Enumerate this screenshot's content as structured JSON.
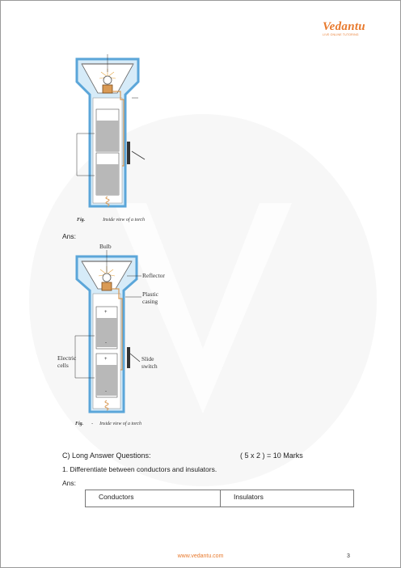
{
  "brand": {
    "logo": "Vedantu",
    "tagline": "LIVE ONLINE TUTORING"
  },
  "figure1": {
    "caption_fig": "Fig.",
    "caption_text": "Inside view of a torch"
  },
  "ans_label_1": "Ans:",
  "figure2": {
    "labels": {
      "bulb": "Bulb",
      "reflector": "Reflector",
      "plastic": "Plastic",
      "casing": "casing",
      "electric": "Electric",
      "cells": "cells",
      "slide": "Slide",
      "switch": "switch"
    },
    "caption_fig": "Fig.",
    "caption_dash": "-",
    "caption_text": "Inside view of a torch"
  },
  "section_c": {
    "heading": "C)   Long Answer Questions:",
    "marks": "( 5 x 2 ) = 10 Marks",
    "question": "1.    Differentiate between conductors and insulators.",
    "ans_label": "Ans:",
    "table_headers": [
      "Conductors",
      "Insulators"
    ]
  },
  "footer": {
    "url": "www.vedantu.com",
    "page": "3"
  },
  "colors": {
    "accent": "#e87a2e",
    "casing": "#5ba6d9",
    "casing_fill": "#d6ebf8",
    "cell": "#b8b8b8",
    "wire": "#d99a55"
  }
}
